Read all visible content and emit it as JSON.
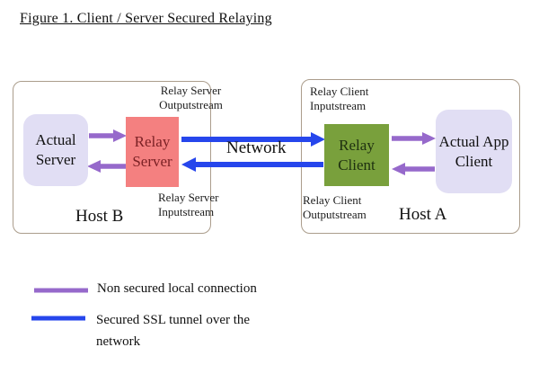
{
  "title": "Figure 1. Client / Server Secured Relaying",
  "colors": {
    "purple": "#9669cb",
    "blue": "#2646ec",
    "salmon": "#f48080",
    "salmon_text": "#7b2125",
    "green": "#79a03c",
    "green_text": "#1e3010",
    "lavender": "#e1def4",
    "host_border": "#ab9d8c"
  },
  "diagram": {
    "host_b_label": "Host B",
    "host_a_label": "Host A",
    "nodes": {
      "actual_server": "Actual Server",
      "relay_server": "Relay Server",
      "relay_client": "Relay Client",
      "actual_app_client": "Actual App Client"
    },
    "stream_labels": {
      "relay_server_out": {
        "line1": "Relay Server",
        "line2": "Outputstream"
      },
      "relay_server_in": {
        "line1": "Relay Server",
        "line2": "Inputstream"
      },
      "relay_client_in": {
        "line1": "Relay Client",
        "line2": "Inputstream"
      },
      "relay_client_out": {
        "line1": "Relay Client",
        "line2": "Outputstream"
      }
    },
    "network_label": "Network",
    "connections": [
      {
        "name": "actual-server-to-relay-server",
        "type": "non-secured-local"
      },
      {
        "name": "relay-server-to-actual-server",
        "type": "non-secured-local"
      },
      {
        "name": "relay-server-to-relay-client",
        "type": "secured-ssl-tunnel"
      },
      {
        "name": "relay-client-to-relay-server",
        "type": "secured-ssl-tunnel"
      },
      {
        "name": "relay-client-to-actual-app-client",
        "type": "non-secured-local"
      },
      {
        "name": "actual-app-client-to-relay-client",
        "type": "non-secured-local"
      }
    ]
  },
  "legend": {
    "items": [
      {
        "swatch": "purple-line",
        "text": "Non secured local connection"
      },
      {
        "swatch": "blue-line",
        "text": "Secured SSL tunnel over the network"
      }
    ]
  }
}
